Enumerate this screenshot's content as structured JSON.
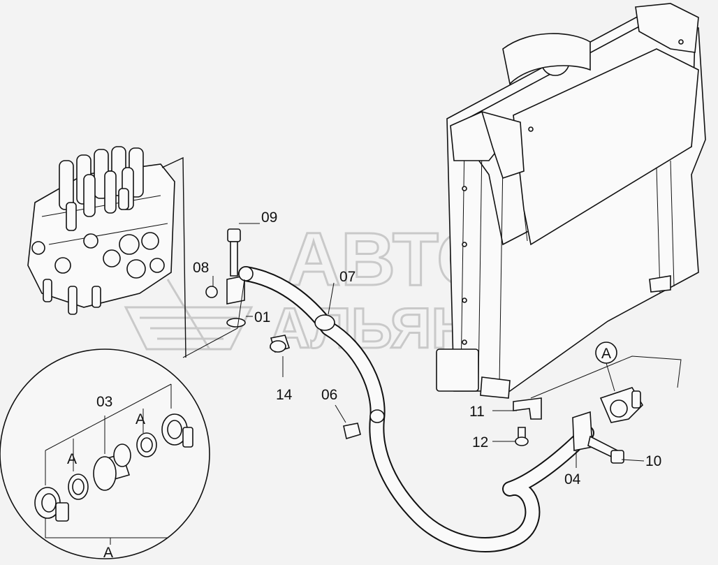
{
  "watermark": {
    "line1": "АВТО",
    "line2": "АЛЬЯНС"
  },
  "callouts": {
    "p01": "01",
    "p03": "03",
    "p04": "04",
    "p06": "06",
    "p07": "07",
    "p08": "08",
    "p09": "09",
    "p10": "10",
    "p11": "11",
    "p12": "12",
    "p14": "14"
  },
  "section_labels": {
    "a_marker": "A",
    "a_detail_1": "A",
    "a_detail_2": "A",
    "a_detail_bottom": "A"
  }
}
